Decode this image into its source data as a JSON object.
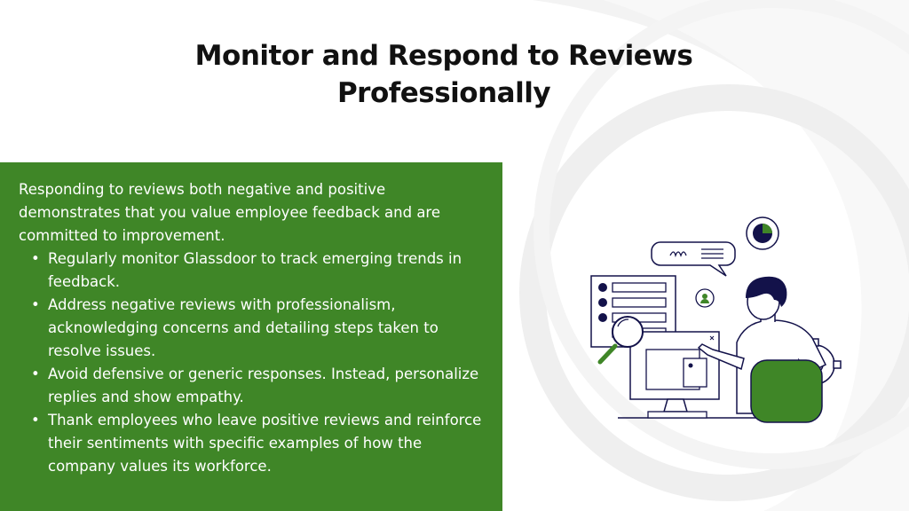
{
  "slide": {
    "title_line1": "Monitor and Respond to Reviews",
    "title_line2": "Professionally",
    "intro": "Responding to reviews both negative and positive demonstrates that you value employee feedback and are committed to improvement.",
    "bullets": [
      "Regularly monitor Glassdoor to track emerging trends in feedback.",
      "Address negative reviews with professionalism, acknowledging concerns and detailing steps taken to resolve issues.",
      "Avoid defensive or generic responses. Instead, personalize replies and show empathy.",
      "Thank employees who leave positive reviews and reinforce their sentiments with specific examples of how the company values its workforce."
    ],
    "bullet_glyph": "•"
  },
  "colors": {
    "panel_green": "#3f8627",
    "title_text": "#111111",
    "body_text": "#ffffff",
    "navy": "#13124a"
  },
  "illustration": {
    "icons": [
      "speech-bubble-icon",
      "pie-chart-icon",
      "user-profile-icon",
      "magnifier-icon",
      "gear-icon",
      "monitor-icon",
      "form-list-icon"
    ]
  }
}
